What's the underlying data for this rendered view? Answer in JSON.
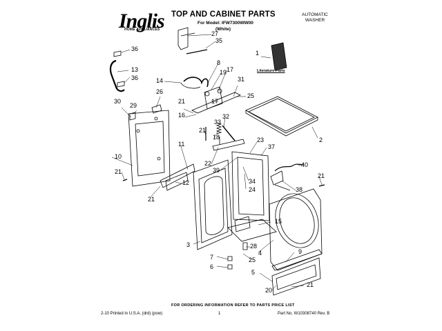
{
  "header": {
    "brand": "Inglis",
    "brand_tagline": "HOME APPLIANCES",
    "title": "TOP AND CABINET PARTS",
    "model": "For Model: IFW7300WW00",
    "color": "(White)",
    "product_type_line1": "AUTOMATIC",
    "product_type_line2": "WASHER"
  },
  "literature_label": "Literature Parts",
  "callouts": [
    "36",
    "13",
    "36",
    "30",
    "29",
    "26",
    "14",
    "27",
    "35",
    "8",
    "19",
    "17",
    "31",
    "25",
    "17",
    "21",
    "16",
    "21",
    "33",
    "18",
    "32",
    "11",
    "22",
    "39",
    "23",
    "37",
    "40",
    "10",
    "21",
    "21",
    "12",
    "34",
    "24",
    "38",
    "21",
    "3",
    "7",
    "6",
    "15",
    "28",
    "4",
    "9",
    "25",
    "5",
    "20",
    "21",
    "1",
    "2"
  ],
  "footer": {
    "ordering": "FOR ORDERING INFORMATION REFER TO PARTS PRICE LIST",
    "printed": "2-10 Printed in U.S.A. (drd) (pow)",
    "page": "1",
    "part_no": "Part No. W10308740 Rev. B"
  }
}
